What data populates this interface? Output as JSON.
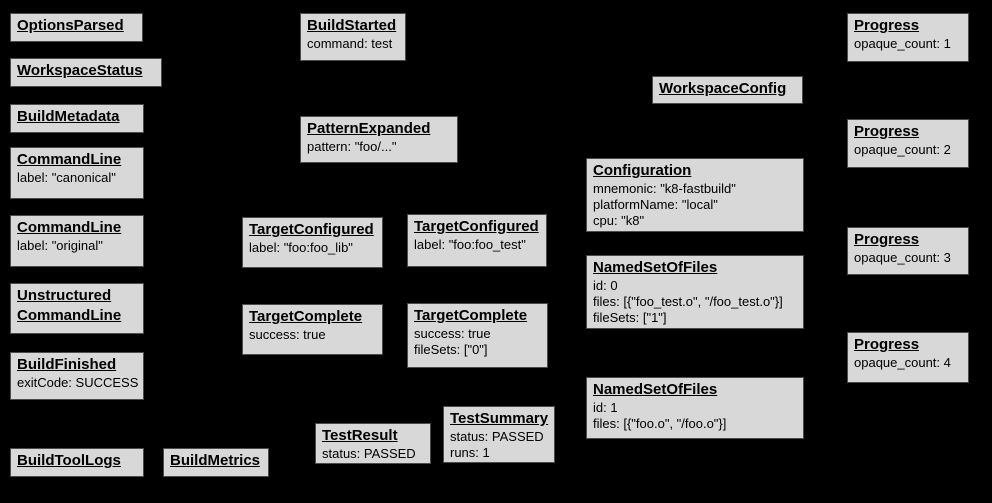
{
  "diagram": {
    "description": "Build event protocol graph",
    "colors": {
      "background": "#000000",
      "node_fill": "#d8d8d8",
      "node_border": "#4b4b4b",
      "text": "#000000"
    }
  },
  "nodes": {
    "options_parsed": {
      "title": "OptionsParsed",
      "lines": []
    },
    "workspace_status": {
      "title": "WorkspaceStatus",
      "lines": []
    },
    "build_metadata": {
      "title": "BuildMetadata",
      "lines": []
    },
    "command_line_canonical": {
      "title": "CommandLine",
      "lines": [
        "label: \"canonical\""
      ]
    },
    "command_line_original": {
      "title": "CommandLine",
      "lines": [
        "label: \"original\""
      ]
    },
    "unstructured_command_line": {
      "title_lines": [
        "Unstructured",
        "CommandLine"
      ],
      "lines": []
    },
    "build_finished": {
      "title": "BuildFinished",
      "lines": [
        "exitCode: SUCCESS"
      ]
    },
    "build_tool_logs": {
      "title": "BuildToolLogs",
      "lines": []
    },
    "build_metrics": {
      "title": "BuildMetrics",
      "lines": []
    },
    "build_started": {
      "title": "BuildStarted",
      "lines": [
        "command: test"
      ]
    },
    "pattern_expanded": {
      "title": "PatternExpanded",
      "lines": [
        "pattern: \"foo/...\""
      ]
    },
    "target_configured_lib": {
      "title": "TargetConfigured",
      "lines": [
        "label: \"foo:foo_lib\""
      ]
    },
    "target_complete_lib": {
      "title": "TargetComplete",
      "lines": [
        "success: true"
      ]
    },
    "test_result": {
      "title": "TestResult",
      "lines": [
        "status: PASSED"
      ]
    },
    "target_configured_test": {
      "title": "TargetConfigured",
      "lines": [
        "label: \"foo:foo_test\""
      ]
    },
    "target_complete_test": {
      "title": "TargetComplete",
      "lines": [
        "success: true",
        "fileSets: [\"0\"]"
      ]
    },
    "test_summary": {
      "title": "TestSummary",
      "lines": [
        "status: PASSED",
        "runs: 1"
      ]
    },
    "workspace_config": {
      "title": "WorkspaceConfig",
      "lines": []
    },
    "configuration": {
      "title": "Configuration",
      "lines": [
        "mnemonic: \"k8-fastbuild\"",
        "platformName: \"local\"",
        "cpu: \"k8\""
      ]
    },
    "named_set_of_files_0": {
      "title": "NamedSetOfFiles",
      "lines": [
        "id: 0",
        "files: [{\"foo_test.o\", \"/foo_test.o\"}]",
        "fileSets: [\"1\"]"
      ]
    },
    "named_set_of_files_1": {
      "title": "NamedSetOfFiles",
      "lines": [
        "id: 1",
        "files: [{\"foo.o\", \"/foo.o\"}]"
      ]
    },
    "progress_1": {
      "title": "Progress",
      "lines": [
        "opaque_count: 1"
      ]
    },
    "progress_2": {
      "title": "Progress",
      "lines": [
        "opaque_count: 2"
      ]
    },
    "progress_3": {
      "title": "Progress",
      "lines": [
        "opaque_count: 3"
      ]
    },
    "progress_4": {
      "title": "Progress",
      "lines": [
        "opaque_count: 4"
      ]
    }
  }
}
